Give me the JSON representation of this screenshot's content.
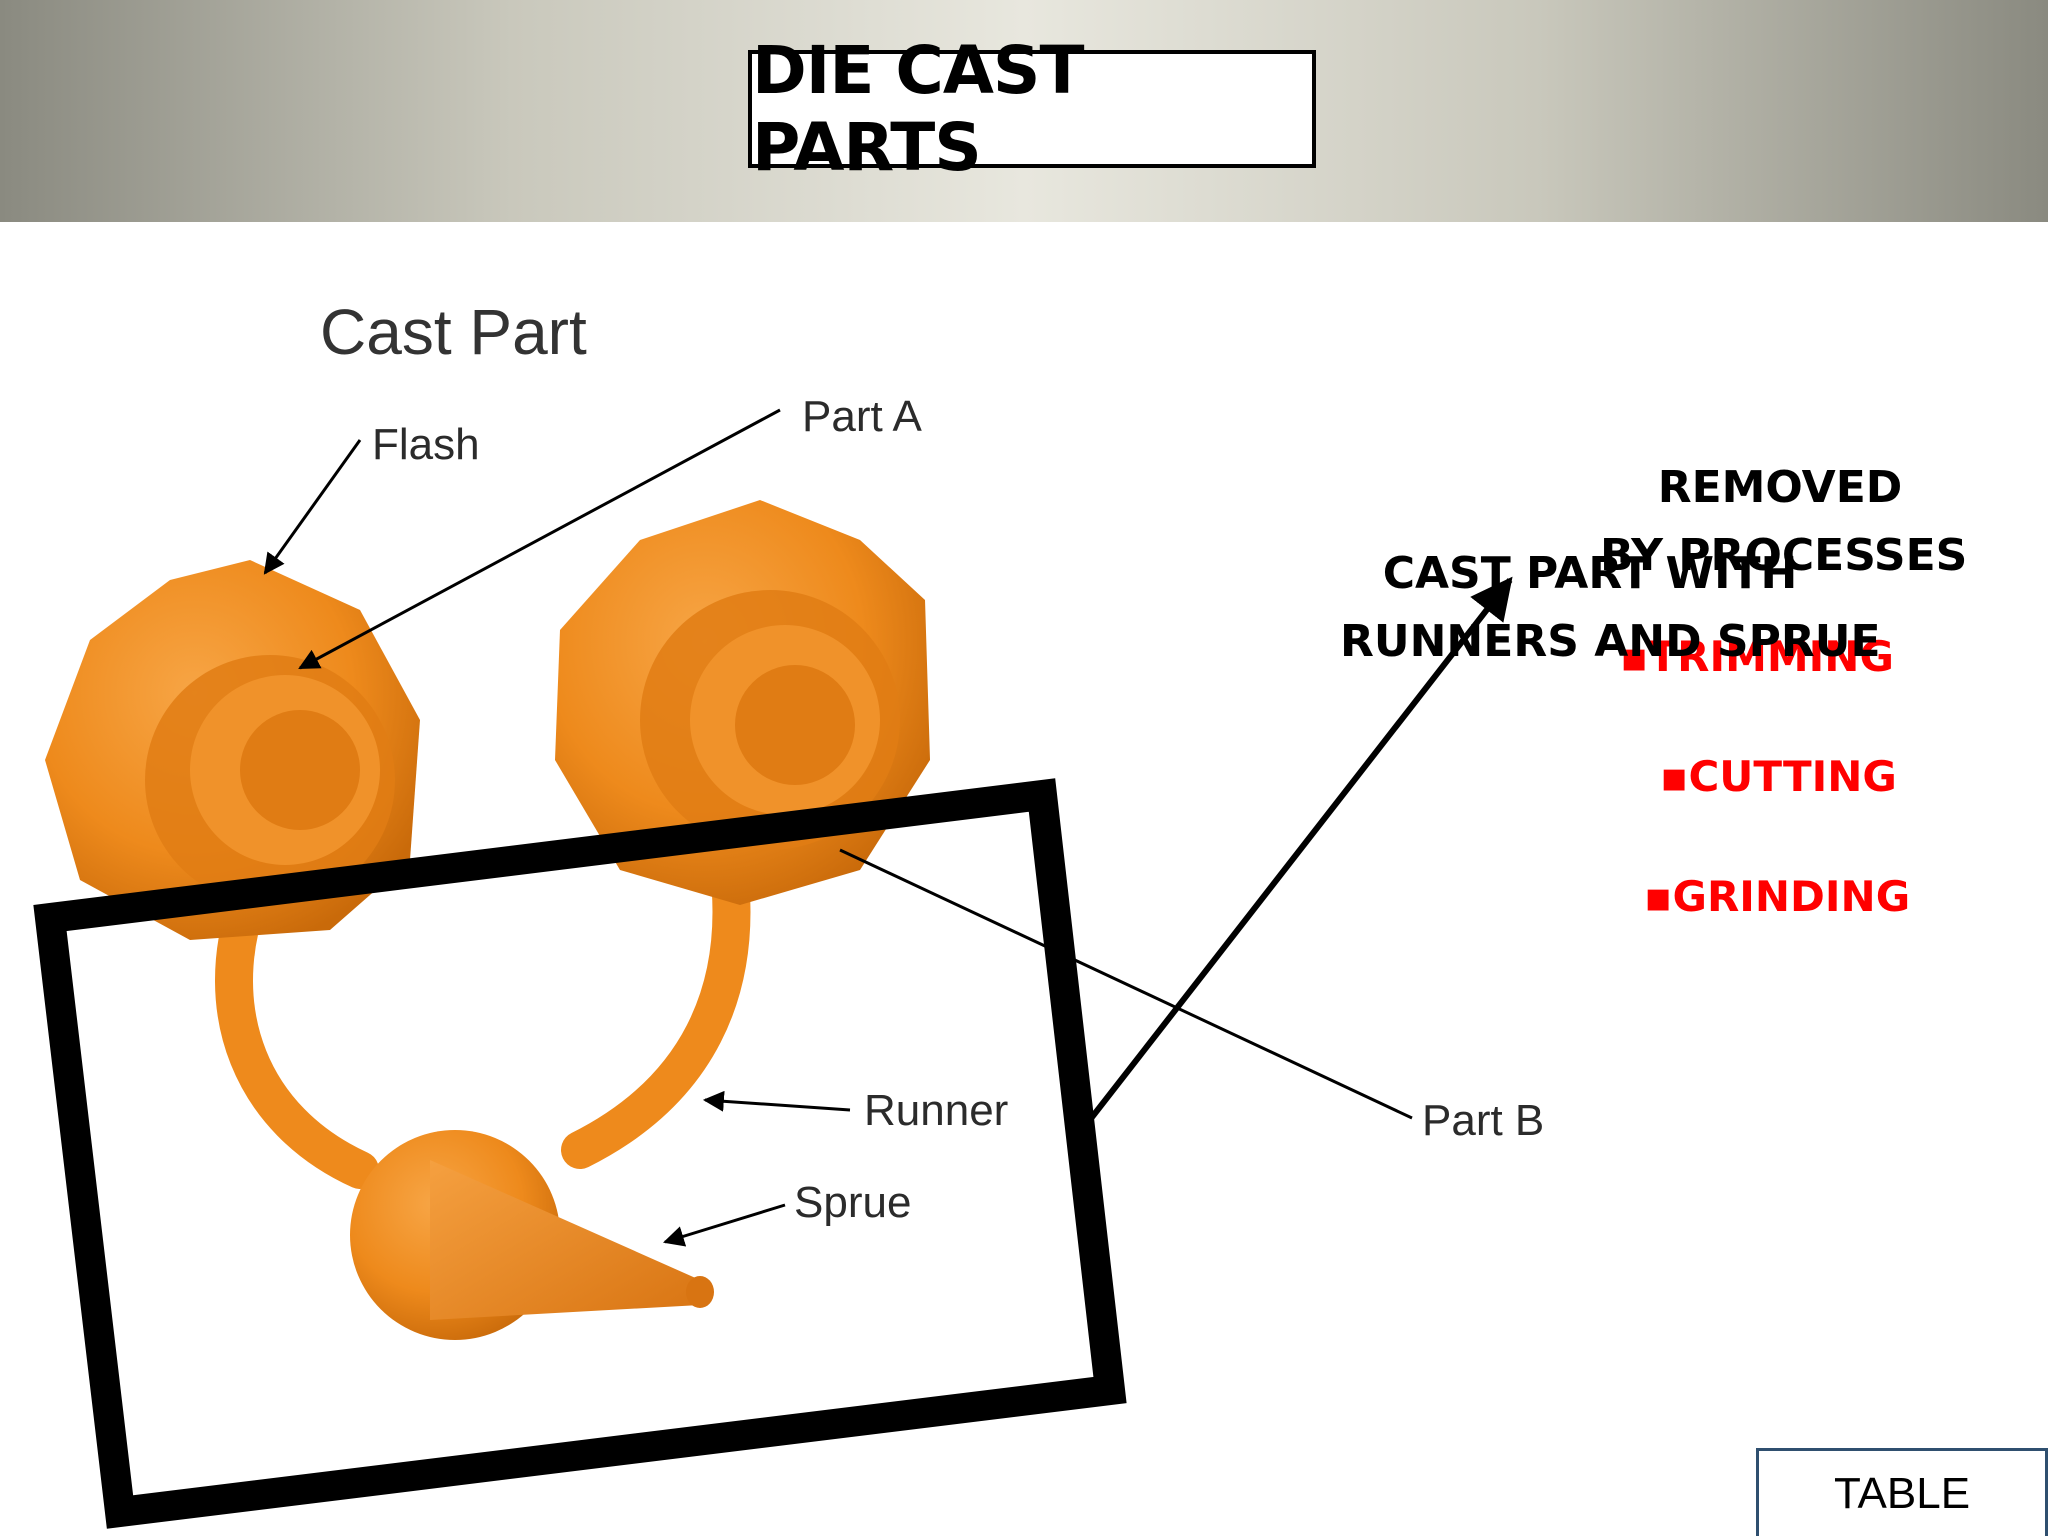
{
  "slide": {
    "title": "DIE CAST PARTS"
  },
  "diagram": {
    "heading": "Cast Part",
    "labels": {
      "flash": "Flash",
      "part_a": "Part A",
      "runner": "Runner",
      "sprue": "Sprue",
      "part_b": "Part B"
    },
    "part_color": "#f08a1c"
  },
  "callouts": {
    "removed_line1": "REMOVED",
    "removed_line2": "BY PROCESSES",
    "cast_part_line1": "CAST PART WITH",
    "cast_part_line2": "RUNNERS AND SPRUE"
  },
  "processes": [
    {
      "label": "TRIMMING"
    },
    {
      "label": "CUTTING"
    },
    {
      "label": "GRINDING"
    }
  ],
  "process_bullet": "▪",
  "process_color": "#ff0000",
  "table_button": {
    "label": "TABLE"
  }
}
